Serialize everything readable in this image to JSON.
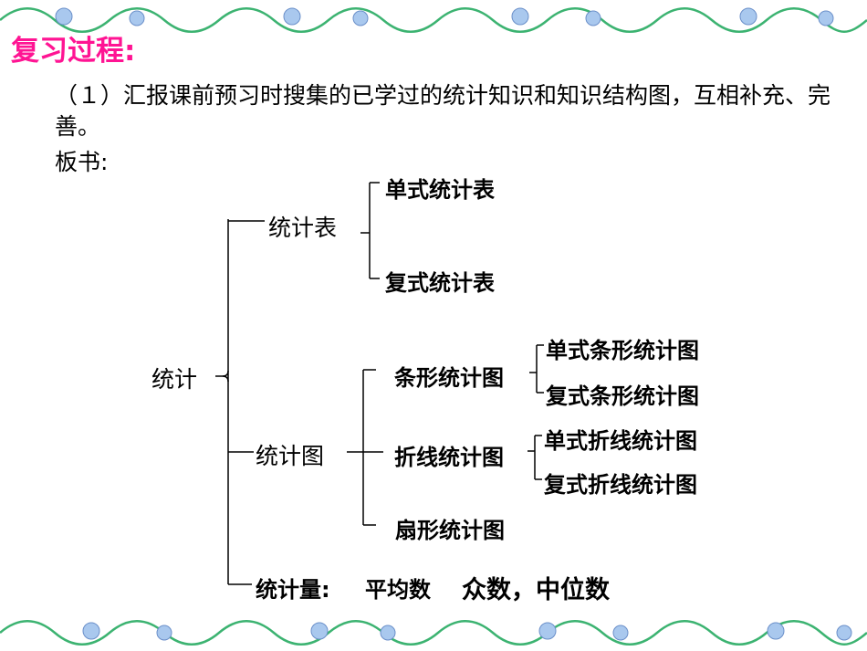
{
  "heading": "复习过程:",
  "paragraph": "（１）汇报课前预习时搜集的已学过的统计知识和知识结构图，互相补充、完善。",
  "board_label": "板书:",
  "tree": {
    "root": "统计",
    "table": {
      "label": "统计表",
      "children": [
        "单式统计表",
        "复式统计表"
      ]
    },
    "chart": {
      "label": "统计图",
      "bar": {
        "label": "条形统计图",
        "children": [
          "单式条形统计图",
          "复式条形统计图"
        ]
      },
      "line": {
        "label": "折线统计图",
        "children": [
          "单式折线统计图",
          "复式折线统计图"
        ]
      },
      "pie": {
        "label": "扇形统计图"
      }
    },
    "measures": {
      "label": "统计量:",
      "items": "平均数",
      "items2": "众数，中位数"
    }
  }
}
